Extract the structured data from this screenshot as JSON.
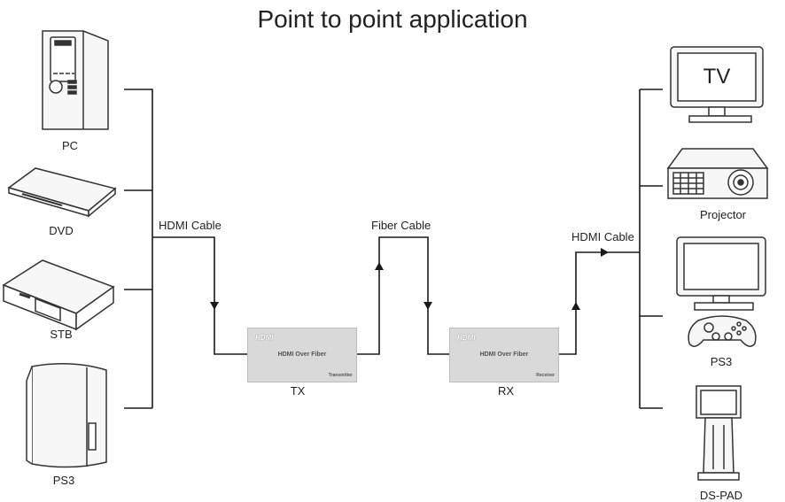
{
  "title": "Point to point application",
  "sources": [
    "PC",
    "DVD",
    "STB",
    "PS3"
  ],
  "displays": [
    "Projector",
    "PS3",
    "DS-PAD"
  ],
  "tv_screen_text": "TV",
  "cables": {
    "left": "HDMI Cable",
    "middle": "Fiber Cable",
    "right": "HDMI Cable"
  },
  "transmitter": {
    "brand": "HDMI",
    "product": "HDMI Over Fiber",
    "role": "Transmitter",
    "label": "TX"
  },
  "receiver": {
    "brand": "HDMI",
    "product": "HDMI Over Fiber",
    "role": "Receiver",
    "label": "RX"
  },
  "colors": {
    "line": "#1a1a1a",
    "device_stroke": "#333333",
    "box_fill": "#d9d9d9"
  },
  "icons": [
    "pc-tower-icon",
    "dvd-player-icon",
    "set-top-box-icon",
    "ps3-console-icon",
    "tv-icon",
    "projector-icon",
    "monitor-icon",
    "gamepad-icon",
    "ds-pad-kiosk-icon"
  ]
}
